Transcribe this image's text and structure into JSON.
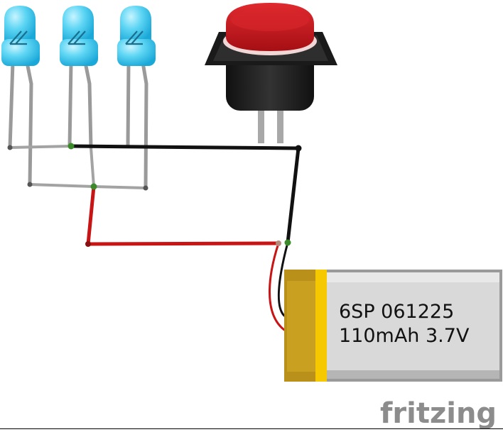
{
  "battery": {
    "line1": "6SP 061225",
    "line2": "110mAh 3.7V"
  },
  "watermark": "fritzing",
  "components": {
    "leds": {
      "count": 3,
      "color": "#4fd0f0"
    },
    "push_button": {
      "cap_color": "#c4161c",
      "body_color": "#1f1f1f"
    },
    "battery": {
      "body_color": "#d8d8d8",
      "tab_color": "#c9a020",
      "stripe_color": "#f5c800"
    }
  },
  "colors": {
    "wire_black": "#111111",
    "wire_red": "#c81414",
    "lead_gray": "#9a9a9a",
    "wire_gray": "#a0a0a0",
    "watermark": "#8c8c8c",
    "node": "#3a8a2a"
  }
}
